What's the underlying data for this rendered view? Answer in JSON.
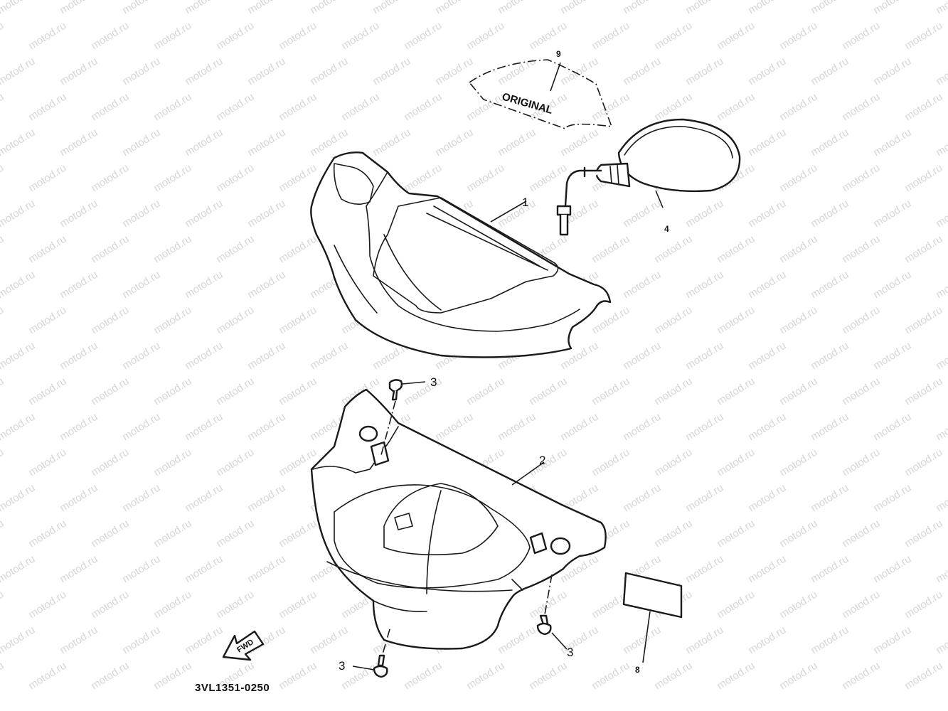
{
  "watermark": "motod.ru",
  "diagram_code": "3VL1351-0250",
  "decal_text": "ORIGINAL",
  "fwd_label": "FWD",
  "callouts": {
    "p1": "1",
    "p2": "2",
    "p3a": "3",
    "p3b": "3",
    "p3c": "3",
    "p4": "4",
    "p8": "8",
    "p9": "9"
  }
}
